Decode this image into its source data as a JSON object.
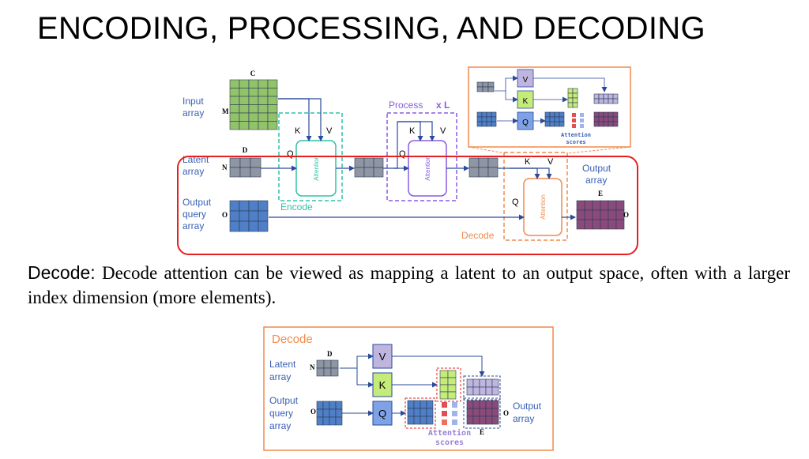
{
  "title": "ENCODING, PROCESSING, AND DECODING",
  "description": {
    "lead": "Decode:",
    "text": "Decode attention can be viewed as mapping a latent to an output space, often with a larger index dimension (more elements)."
  },
  "top_diagram": {
    "input_array_label": [
      "Input",
      "array"
    ],
    "latent_array_label": [
      "Latent",
      "array"
    ],
    "output_query_label": [
      "Output",
      "query",
      "array"
    ],
    "output_array_label": [
      "Output",
      "array"
    ],
    "dim_c": "C",
    "dim_m": "M",
    "dim_d": "D",
    "dim_n": "N",
    "dim_o_query": "O",
    "dim_e": "E",
    "dim_o_output": "O",
    "attention_label": "Attention",
    "encode_label": "Encode",
    "process_label": "Process",
    "repeat_label": "x L",
    "decode_label": "Decode",
    "k": "K",
    "v": "V",
    "q": "Q",
    "inset": {
      "v": "V",
      "k": "K",
      "q": "Q",
      "scores_label": [
        "Attention",
        "scores"
      ]
    }
  },
  "bottom_diagram": {
    "title": "Decode",
    "latent_label": [
      "Latent",
      "array"
    ],
    "output_query_label": [
      "Output",
      "query",
      "array"
    ],
    "output_array_label": [
      "Output",
      "array"
    ],
    "dim_d": "D",
    "dim_n": "N",
    "dim_o_query": "O",
    "dim_e": "E",
    "dim_o_output": "O",
    "v": "V",
    "k": "K",
    "q": "Q",
    "scores_label": [
      "Attention",
      "scores"
    ]
  },
  "colors": {
    "green": "#92c36b",
    "gray": "#8f96a3",
    "blue": "#4f7fc6",
    "purple_cells": "#8a4b7b",
    "encode": "#2fc2a8",
    "process": "#8a5be0",
    "decode": "#f08a4b",
    "highlight": "#e5201f",
    "arrow": "#2a4a9a",
    "label_blue": "#3a5fb5"
  }
}
